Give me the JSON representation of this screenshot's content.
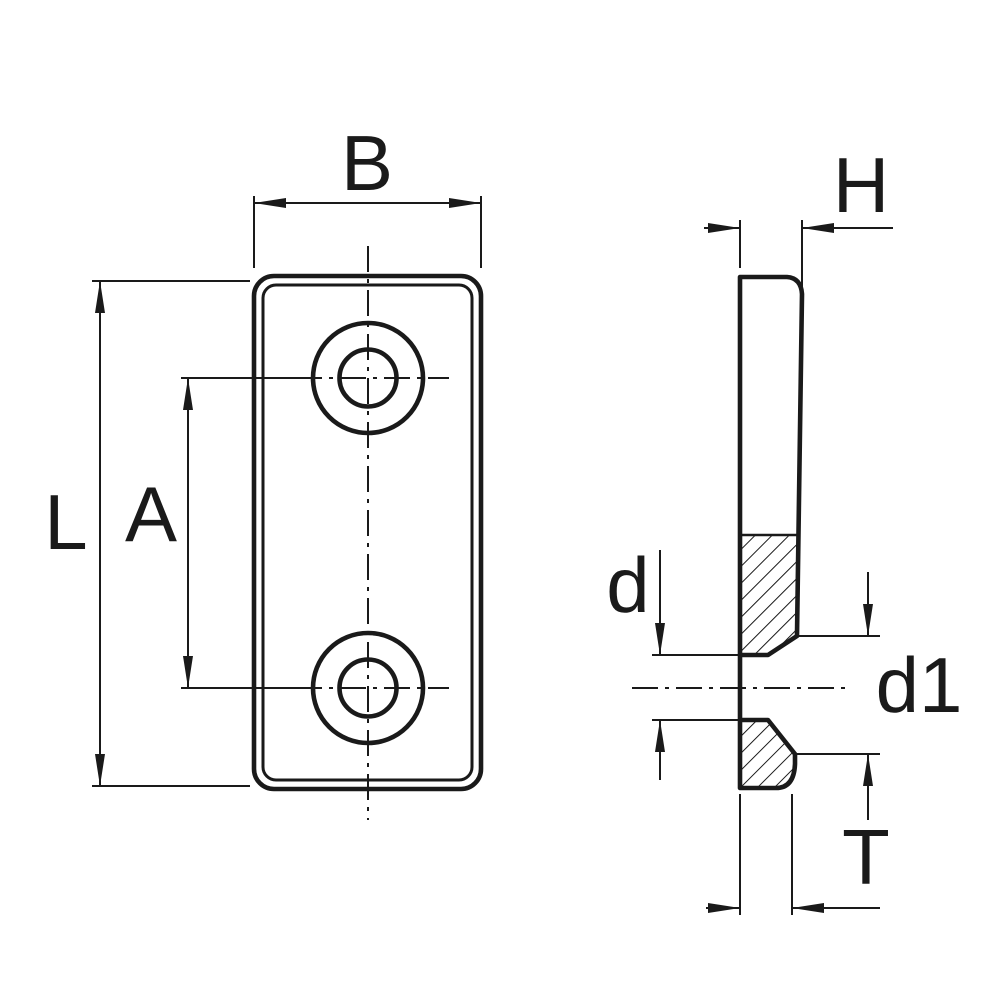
{
  "drawing": {
    "colors": {
      "line": "#1a1a1a",
      "background": "#ffffff"
    },
    "labels": {
      "b": "B",
      "l": "L",
      "a": "A",
      "h": "H",
      "d": "d",
      "d1": "d1",
      "t": "T"
    }
  }
}
